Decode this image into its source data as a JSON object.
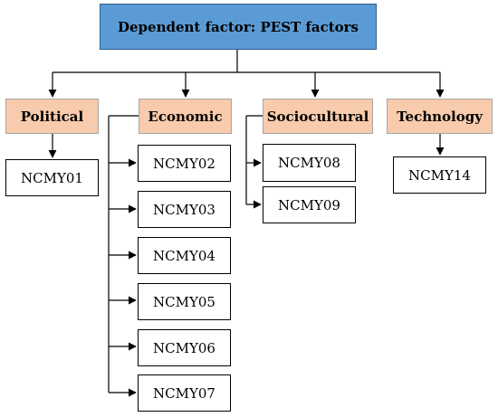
{
  "root": {
    "label": "Dependent factor: PEST factors"
  },
  "categories": [
    {
      "label": "Political",
      "items": [
        "NCMY01"
      ]
    },
    {
      "label": "Economic",
      "items": [
        "NCMY02",
        "NCMY03",
        "NCMY04",
        "NCMY05",
        "NCMY06",
        "NCMY07"
      ]
    },
    {
      "label": "Sociocultural",
      "items": [
        "NCMY08",
        "NCMY09"
      ]
    },
    {
      "label": "Technology",
      "items": [
        "NCMY14"
      ]
    }
  ],
  "colors": {
    "root_fill": "#5b9bd5",
    "category_fill": "#f8cbad",
    "leaf_fill": "#ffffff",
    "line": "#000000"
  }
}
